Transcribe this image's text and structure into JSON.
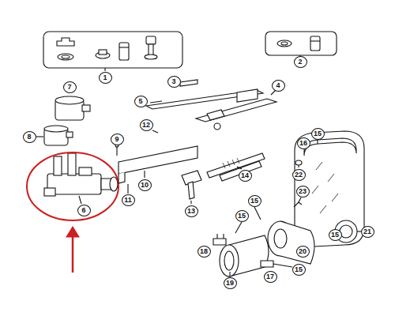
{
  "diagram": {
    "labels": [
      "1",
      "2",
      "3",
      "5",
      "4",
      "15",
      "16",
      "7",
      "12",
      "9",
      "8",
      "22",
      "14",
      "10",
      "11",
      "13",
      "6",
      "23",
      "15",
      "15",
      "21",
      "15",
      "18",
      "20",
      "19",
      "17",
      "15"
    ]
  }
}
